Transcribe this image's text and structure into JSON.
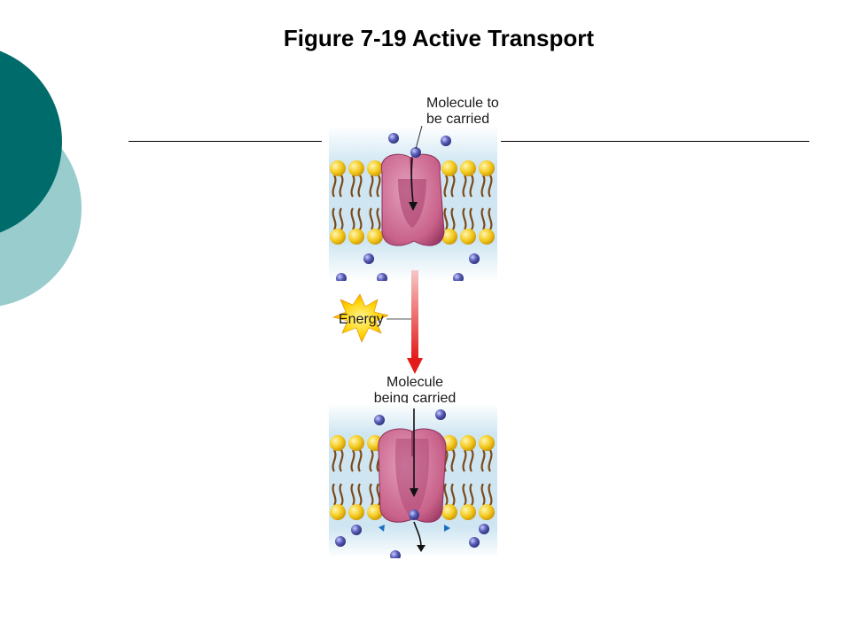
{
  "slide": {
    "title": "Figure 7-19 Active Transport",
    "accent_dark": "#006b6b",
    "accent_light": "#99cccc"
  },
  "diagram": {
    "label_molecule_to_be_carried_line1": "Molecule to",
    "label_molecule_to_be_carried_line2": "be carried",
    "label_energy": "Energy",
    "label_molecule_being_carried_line1": "Molecule",
    "label_molecule_being_carried_line2": "being carried",
    "colors": {
      "membrane_fluid": "#cfe6f2",
      "phospholipid_head": "#f3c81a",
      "phospholipid_tail": "#7a4a1a",
      "protein": "#c9628a",
      "molecule": "#3b3f9a",
      "energy_arrow": "#e31b1b",
      "energy_burst": "#ffd200"
    }
  }
}
